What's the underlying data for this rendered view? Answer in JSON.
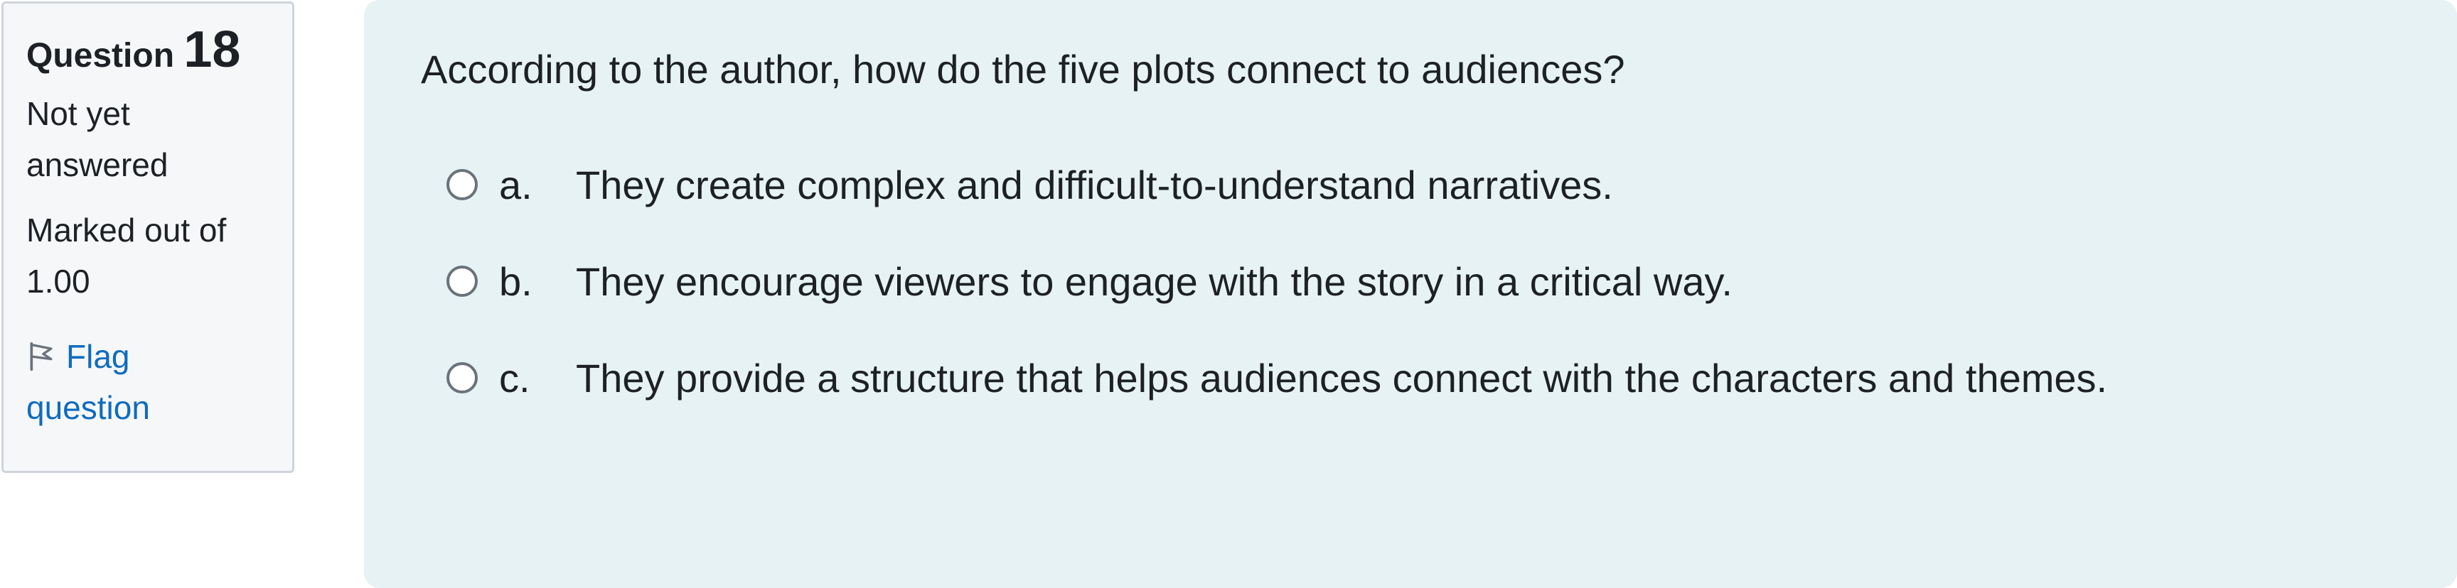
{
  "question_info": {
    "label": "Question",
    "number": "18",
    "state": "Not yet answered",
    "grade": "Marked out of 1.00",
    "flag_label": "Flag question",
    "flag_icon": "flag-icon"
  },
  "question": {
    "text": "According to the author, how do the five plots connect to audiences?",
    "answers": [
      {
        "letter": "a.",
        "text": "They create complex and difficult-to-understand narratives."
      },
      {
        "letter": "b.",
        "text": "They encourage viewers to engage with the story in a critical way."
      },
      {
        "letter": "c.",
        "text": "They provide a structure that helps audiences connect with the characters and themes."
      }
    ]
  },
  "colors": {
    "content_background": "#e7f2f4",
    "info_background": "#f6f7f9",
    "link": "#0f6cbf"
  }
}
